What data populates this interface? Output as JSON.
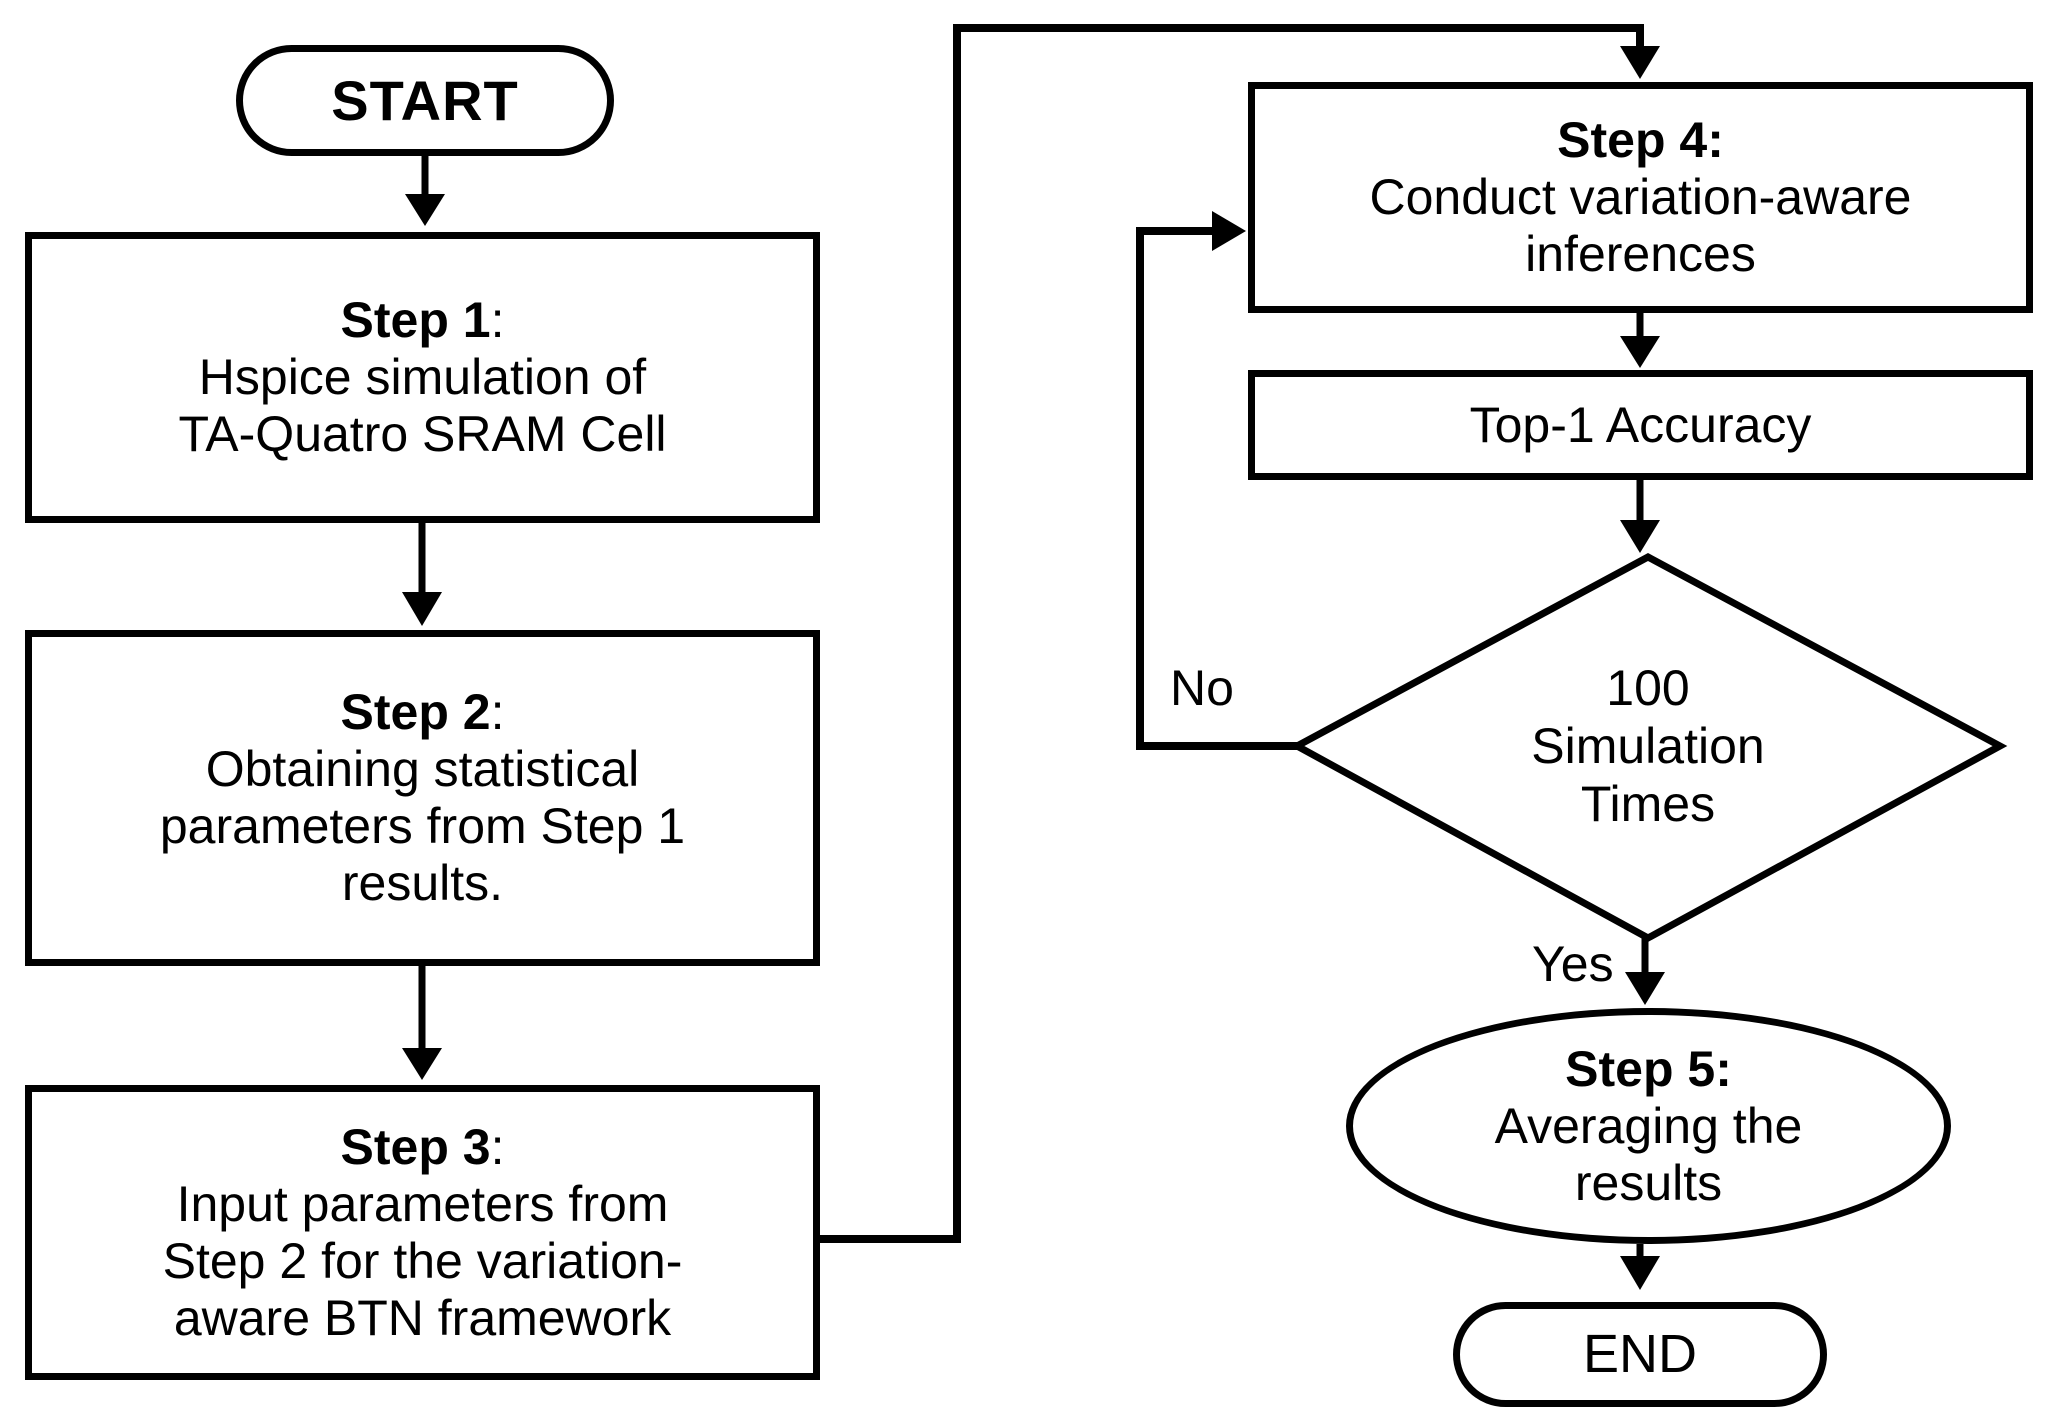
{
  "flowchart": {
    "start": {
      "label": "START"
    },
    "step1": {
      "title": "Step 1",
      "colon": ":",
      "lines": [
        "Hspice simulation of",
        "TA-Quatro SRAM Cell"
      ]
    },
    "step2": {
      "title": "Step 2",
      "colon": ":",
      "lines": [
        "Obtaining statistical",
        "parameters from Step 1",
        "results."
      ]
    },
    "step3": {
      "title": "Step 3",
      "colon": ":",
      "lines": [
        "Input parameters from",
        "Step 2 for the variation-",
        "aware BTN framework"
      ]
    },
    "step4": {
      "title": "Step 4:",
      "colon": "",
      "lines": [
        "Conduct variation-aware",
        "inferences"
      ]
    },
    "accuracy_box": {
      "label": "Top-1 Accuracy"
    },
    "decision": {
      "lines": [
        "100",
        "Simulation",
        "Times"
      ]
    },
    "edge_labels": {
      "no": "No",
      "yes": "Yes"
    },
    "step5": {
      "title": "Step 5:",
      "colon": "",
      "lines": [
        "Averaging the",
        "results"
      ]
    },
    "end": {
      "label": "END"
    },
    "colors": {
      "stroke": "#000000",
      "background": "#ffffff"
    }
  }
}
